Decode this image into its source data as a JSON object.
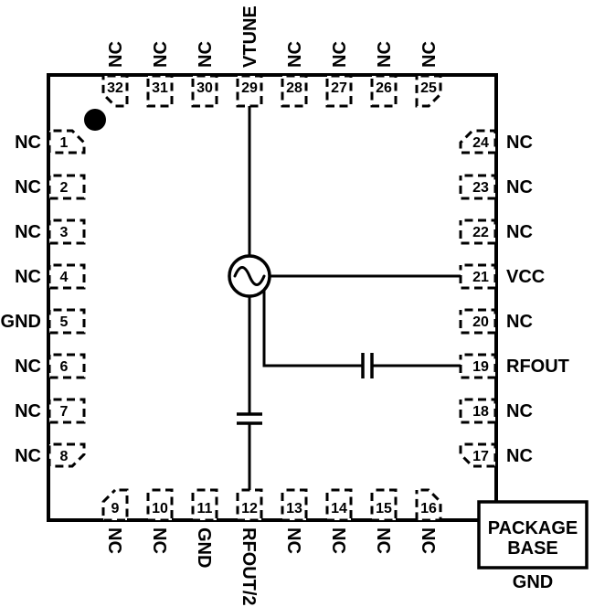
{
  "pins": {
    "top": [
      {
        "num": "32",
        "label": "NC"
      },
      {
        "num": "31",
        "label": "NC"
      },
      {
        "num": "30",
        "label": "NC"
      },
      {
        "num": "29",
        "label": "VTUNE"
      },
      {
        "num": "28",
        "label": "NC"
      },
      {
        "num": "27",
        "label": "NC"
      },
      {
        "num": "26",
        "label": "NC"
      },
      {
        "num": "25",
        "label": "NC"
      }
    ],
    "bottom": [
      {
        "num": "9",
        "label": "NC"
      },
      {
        "num": "10",
        "label": "NC"
      },
      {
        "num": "11",
        "label": "GND"
      },
      {
        "num": "12",
        "label": "RFOUT/2"
      },
      {
        "num": "13",
        "label": "NC"
      },
      {
        "num": "14",
        "label": "NC"
      },
      {
        "num": "15",
        "label": "NC"
      },
      {
        "num": "16",
        "label": "NC"
      }
    ],
    "left": [
      {
        "num": "1",
        "label": "NC"
      },
      {
        "num": "2",
        "label": "NC"
      },
      {
        "num": "3",
        "label": "NC"
      },
      {
        "num": "4",
        "label": "NC"
      },
      {
        "num": "5",
        "label": "GND"
      },
      {
        "num": "6",
        "label": "NC"
      },
      {
        "num": "7",
        "label": "NC"
      },
      {
        "num": "8",
        "label": "NC"
      }
    ],
    "right": [
      {
        "num": "24",
        "label": "NC"
      },
      {
        "num": "23",
        "label": "NC"
      },
      {
        "num": "22",
        "label": "NC"
      },
      {
        "num": "21",
        "label": "VCC"
      },
      {
        "num": "20",
        "label": "NC"
      },
      {
        "num": "19",
        "label": "RFOUT"
      },
      {
        "num": "18",
        "label": "NC"
      },
      {
        "num": "17",
        "label": "NC"
      }
    ]
  },
  "package_base": {
    "line1": "PACKAGE",
    "line2": "BASE",
    "ground_label": "GND"
  },
  "colors": {
    "ink": "#000000",
    "background": "#ffffff"
  }
}
